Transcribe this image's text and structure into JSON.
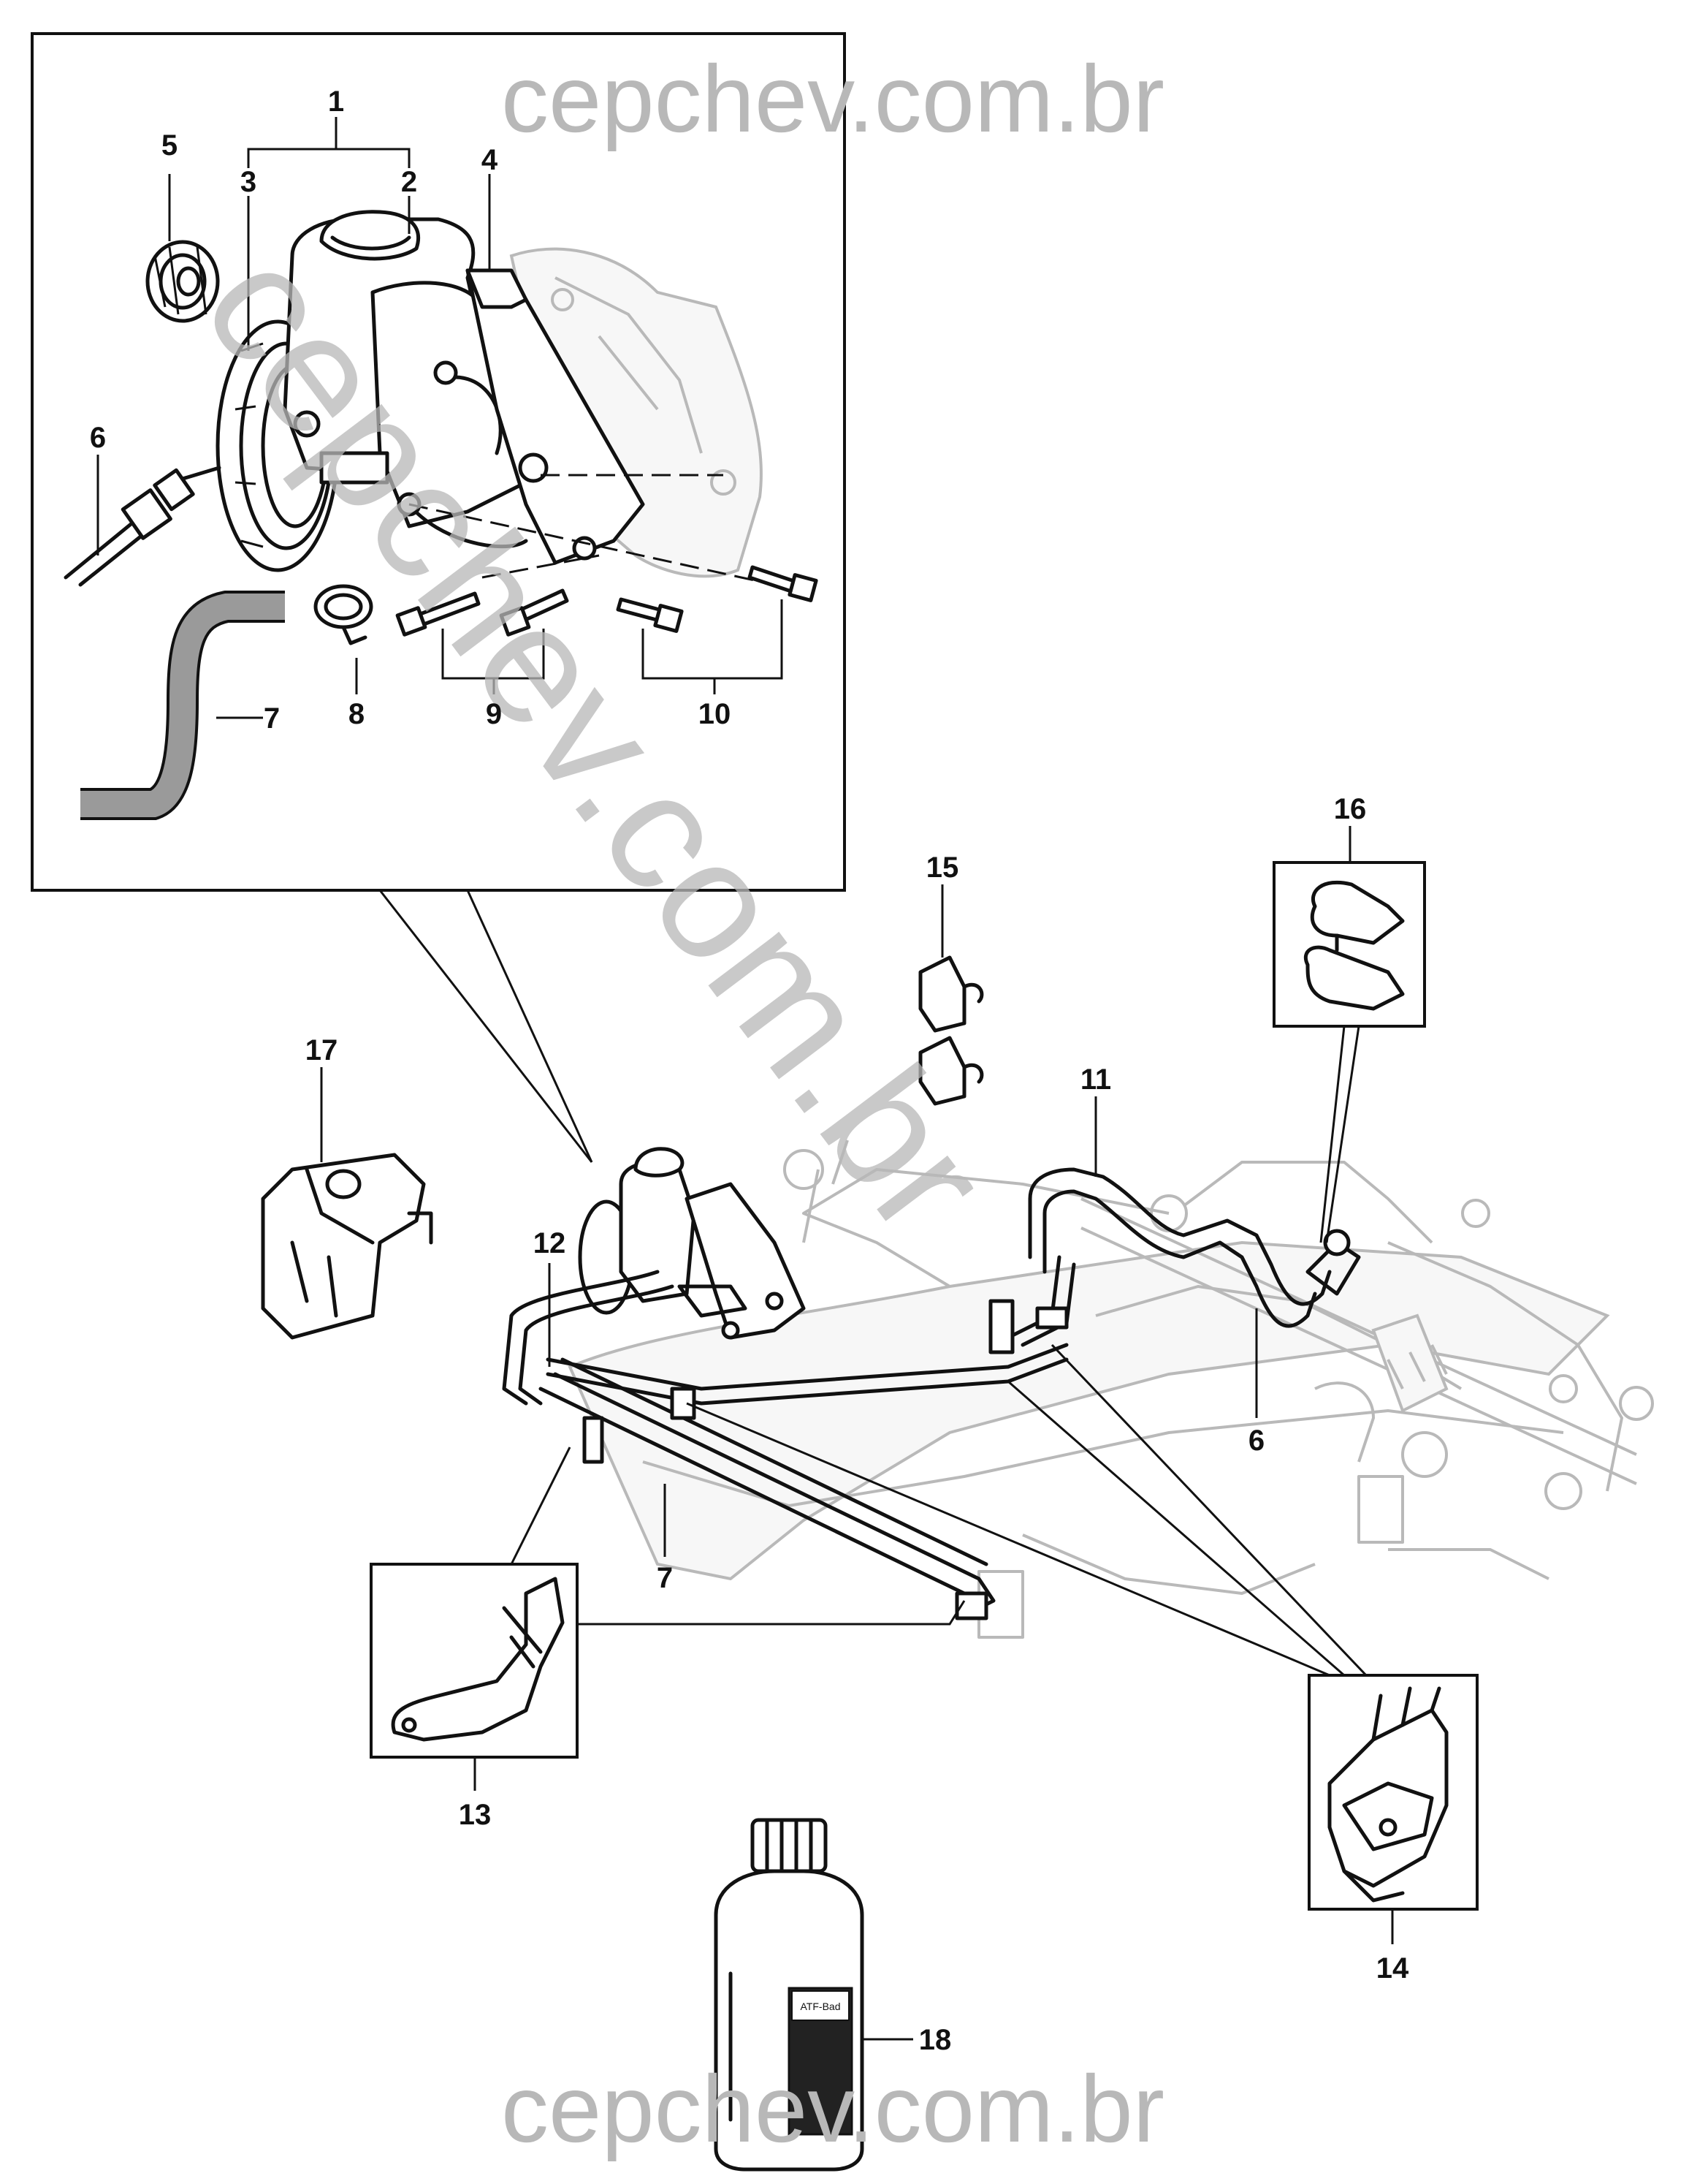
{
  "watermarks": {
    "top": "cepchev.com.br",
    "diagonal": "cepchev.com.br",
    "bottom": "cepchev.com.br"
  },
  "callouts": {
    "c1": "1",
    "c2": "2",
    "c3": "3",
    "c4": "4",
    "c5": "5",
    "c6_inset": "6",
    "c6_main": "6",
    "c7_inset": "7",
    "c7_main": "7",
    "c8": "8",
    "c9": "9",
    "c10": "10",
    "c11": "11",
    "c12": "12",
    "c13": "13",
    "c14": "14",
    "c15": "15",
    "c16": "16",
    "c17": "17",
    "c18": "18"
  },
  "bottle_label": "ATF-Bad",
  "colors": {
    "ink": "#111111",
    "ghost": "#b9b9b9",
    "watermark": "#b8b8b8",
    "hose": "#9a9a9a"
  }
}
